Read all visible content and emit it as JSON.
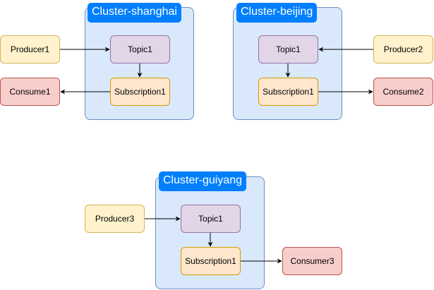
{
  "clusters": [
    {
      "title": "Cluster-shanghai",
      "topic": "Topic1",
      "subscription": "Subscription1",
      "producer": "Producer1",
      "consumer": "Consume1"
    },
    {
      "title": "Cluster-beijing",
      "topic": "Topic1",
      "subscription": "Subscription1",
      "producer": "Producer2",
      "consumer": "Consume2"
    },
    {
      "title": "Cluster-guiyang",
      "topic": "Topic1",
      "subscription": "Subscription1",
      "producer": "Producer3",
      "consumer": "Consumer3"
    }
  ],
  "colors": {
    "cluster_fill": "#dae8fc",
    "cluster_border": "#6c8ebf",
    "cluster_title_bg": "#007fff",
    "topic_fill": "#e1d5e7",
    "subscription_fill": "#ffe6cc",
    "producer_fill": "#fff2cc",
    "consumer_fill": "#f8cecc",
    "edge": "#000000"
  }
}
